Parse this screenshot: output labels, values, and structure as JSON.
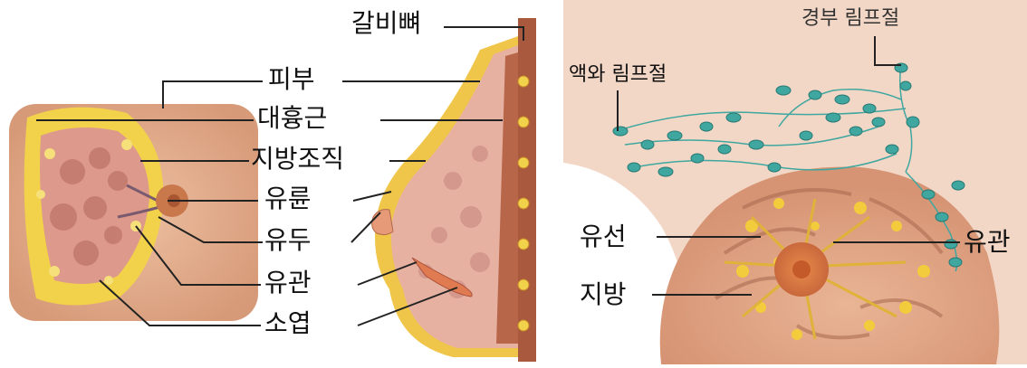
{
  "left_diagram": {
    "labels": {
      "rib": "갈비뼈",
      "skin": "피부",
      "pectoralis": "대흉근",
      "fat_tissue": "지방조직",
      "areola": "유륜",
      "nipple": "유두",
      "duct": "유관",
      "lobule": "소엽"
    }
  },
  "right_diagram": {
    "labels": {
      "cervical_lymph": "경부 림프절",
      "axillary_lymph": "액와 림프절",
      "gland": "유선",
      "duct": "유관",
      "fat": "지방"
    }
  },
  "colors": {
    "skin": "#d99a78",
    "skin_light": "#e8b697",
    "fat_yellow": "#f2d24a",
    "gland_pink": "#d98a86",
    "muscle": "#b86a4c",
    "lymph_node": "#3fa7a0",
    "leader_line": "#222222"
  }
}
